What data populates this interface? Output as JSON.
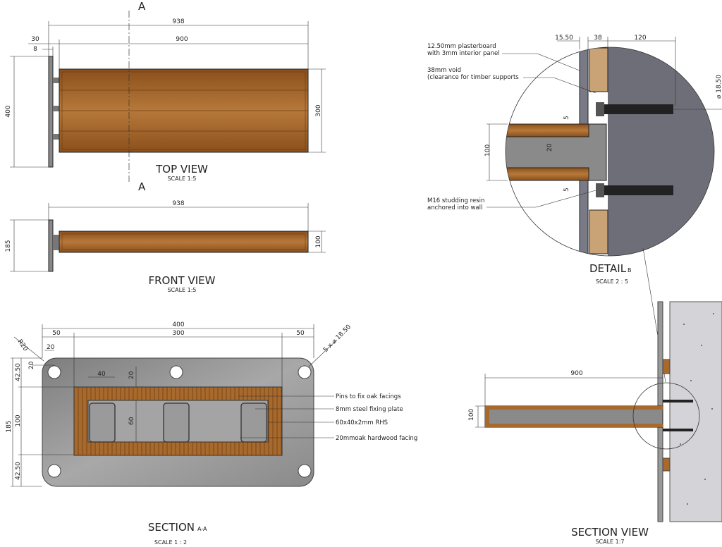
{
  "top_view": {
    "title": "TOP VIEW",
    "scale": "SCALE 1:5",
    "section_marker": "A",
    "dims": {
      "overall": "938",
      "bench": "900",
      "offset": "30",
      "plate": "8",
      "plate_height": "400",
      "depth": "300"
    }
  },
  "front_view": {
    "title": "FRONT VIEW",
    "scale": "SCALE 1:5",
    "dims": {
      "overall": "938",
      "plate_height": "185",
      "bench_height": "100"
    }
  },
  "section_aa": {
    "title": "SECTION",
    "suffix": "A-A",
    "scale": "SCALE 1 : 2",
    "dims": {
      "width": "400",
      "left": "50",
      "mid": "300",
      "right": "50",
      "radius": "R20",
      "hole_x": "20",
      "hole_y": "20",
      "holes": "5 x ⌀ 18.50",
      "rhs_w": "40",
      "facing": "20",
      "rhs_h": "60",
      "height": "185",
      "top": "42.50",
      "centre": "100",
      "bottom": "42.50"
    },
    "labels": [
      "Pins to fix oak facings",
      "8mm steel fixing plate",
      "60x40x2mm RHS",
      "20mmoak hardwood facing"
    ]
  },
  "detail_b": {
    "title": "DETAIL",
    "suffix": "B",
    "scale": "SCALE 2 : 5",
    "dims": {
      "plaster": "15.50",
      "void": "38",
      "wall": "120",
      "bolt": "⌀ 18.50",
      "gap_top": "5",
      "gap_bottom": "5",
      "height": "100",
      "facing": "20"
    },
    "labels": {
      "plaster_1": "12.50mm plasterboard",
      "plaster_2": "with 3mm interior panel",
      "void_1": "38mm void",
      "void_2": "(clearance for timber supports",
      "stud_1": "M16 studding resin",
      "stud_2": "anchored into wall"
    }
  },
  "section_view": {
    "title": "SECTION VIEW",
    "scale": "SCALE 1:7",
    "dims": {
      "length": "900",
      "height": "100"
    }
  },
  "colors": {
    "oak": "#a8692c",
    "steel": "#8c8c8c",
    "concrete": "#6e6e78",
    "plate": "#9a9a9a"
  }
}
